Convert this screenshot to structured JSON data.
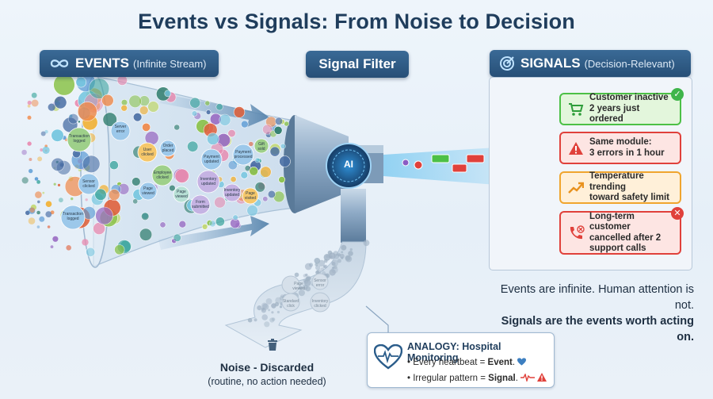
{
  "title": "Events vs Signals: From Noise to Decision",
  "events": {
    "label": "EVENTS",
    "sub": "(Infinite Stream)",
    "icon": "infinity-icon"
  },
  "filter": {
    "label": "Signal Filter",
    "chip": "AI"
  },
  "signals": {
    "label": "SIGNALS",
    "sub": "(Decision-Relevant)",
    "icon": "target-icon",
    "cards": [
      {
        "line1": "Customer inactive",
        "line2": "2 years just ordered",
        "icon": "cart-icon"
      },
      {
        "line1": "Same module:",
        "line2": "3 errors in 1 hour",
        "icon": "warning-icon"
      },
      {
        "line1": "Temperature trending",
        "line2": "toward safety limit",
        "icon": "trend-up-icon"
      },
      {
        "line1": "Long-term customer",
        "line2": "cancelled after 2",
        "line3": "support calls",
        "icon": "phone-cancel-icon"
      }
    ]
  },
  "caption": {
    "line1": "Events are infinite. Human attention is not.",
    "line2": "Signals are the events worth acting on."
  },
  "noise": {
    "title": "Noise - Discarded",
    "sub": "(routine, no action needed)"
  },
  "analogy": {
    "head": "ANALOGY: Hospital Monitoring",
    "row1_pre": "Every heartbeat = ",
    "row1_bold": "Event",
    "row1_post": ".",
    "row2_pre": "Irregular pattern = ",
    "row2_bold": "Signal",
    "row2_post": "."
  },
  "bubbles": {
    "funnel_mouth": [
      "Transaction logged",
      "Server error",
      "Sensor clicked",
      "Transaction logged"
    ],
    "funnel_body": [
      "User clicked",
      "Order placed",
      "Payment updated",
      "Payment processed",
      "Gift sold",
      "Employee clicked",
      "Inventory updated",
      "Page viewed",
      "Form submitted",
      "Page viewed",
      "Inventory updated",
      "Page visited"
    ],
    "noise_stream": [
      "Sensor error",
      "Standard click",
      "Inventory clicked",
      "Page viewed"
    ]
  },
  "colors": {
    "navy": "#274f77",
    "green": "#4cc046",
    "red": "#e0413b",
    "orange": "#f0a52e"
  }
}
